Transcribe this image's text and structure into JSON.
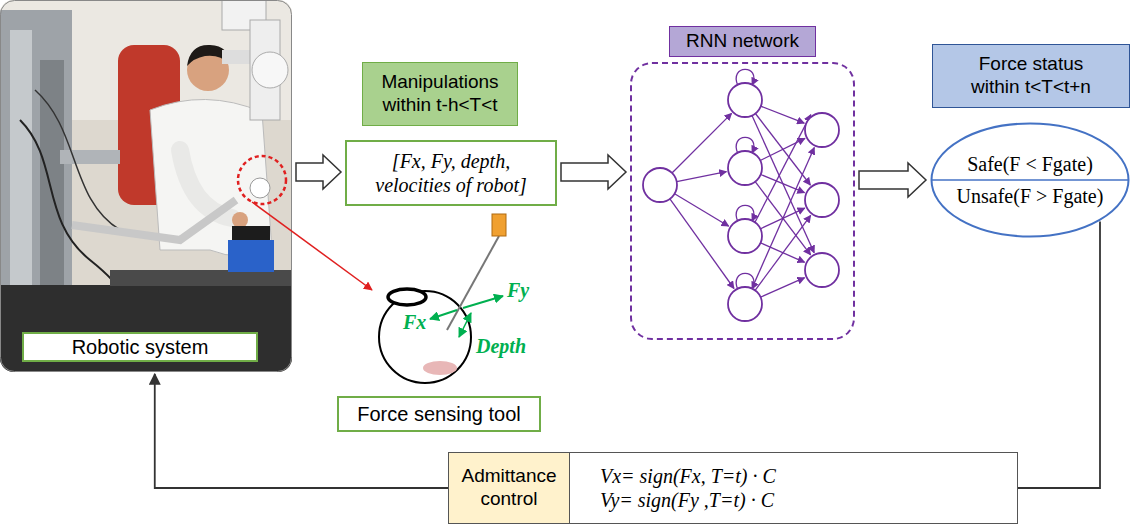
{
  "diagram": {
    "nodes": [
      {
        "text": [
          "Robotic system"
        ]
      },
      {
        "text": [
          "Manipulations within t-h<T<t"
        ]
      },
      {
        "text": [
          "[Fx, Fy, depth, velocities of robot]"
        ]
      },
      {
        "text": [
          "Force sensing tool"
        ]
      },
      {
        "text": [
          "RNN network"
        ]
      },
      {
        "text": [
          "Force status within t<T<t+n"
        ]
      },
      {
        "text": [
          "Safe(F < Fgate)",
          "Unsafe(F > Fgate)"
        ]
      },
      {
        "text": [
          "Admittance control"
        ]
      },
      {
        "text": [
          "Vx= sign(Fx, T=t) · C",
          "Vy= sign(Fy ,T=t) · C"
        ]
      }
    ],
    "edges": [
      {
        "from": 0,
        "to": 2,
        "arrow": "to"
      },
      {
        "from": 2,
        "to": 4,
        "arrow": "to"
      },
      {
        "from": 4,
        "to": 6,
        "arrow": "to"
      },
      {
        "from": 6,
        "to": 8,
        "arrow": "none"
      },
      {
        "from": 7,
        "to": 0,
        "arrow": "to"
      }
    ],
    "labels": [
      "Fx",
      "Fy",
      "Depth"
    ]
  }
}
